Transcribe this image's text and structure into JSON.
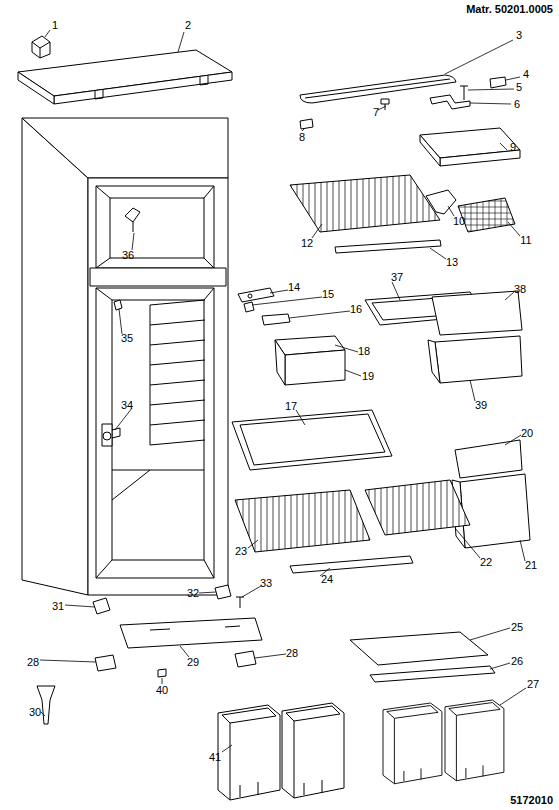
{
  "diagram": {
    "labels": [
      "Matr. 50201.0005",
      "1",
      "2",
      "3",
      "4",
      "5",
      "6",
      "7",
      "8",
      "9",
      "10",
      "11",
      "12",
      "13",
      "14",
      "15",
      "16",
      "17",
      "18",
      "19",
      "20",
      "21",
      "22",
      "23",
      "24",
      "25",
      "26",
      "27",
      "28",
      "28",
      "29",
      "30",
      "31",
      "32",
      "33",
      "34",
      "35",
      "36",
      "37",
      "38",
      "39",
      "40",
      "41",
      "5172010"
    ]
  }
}
